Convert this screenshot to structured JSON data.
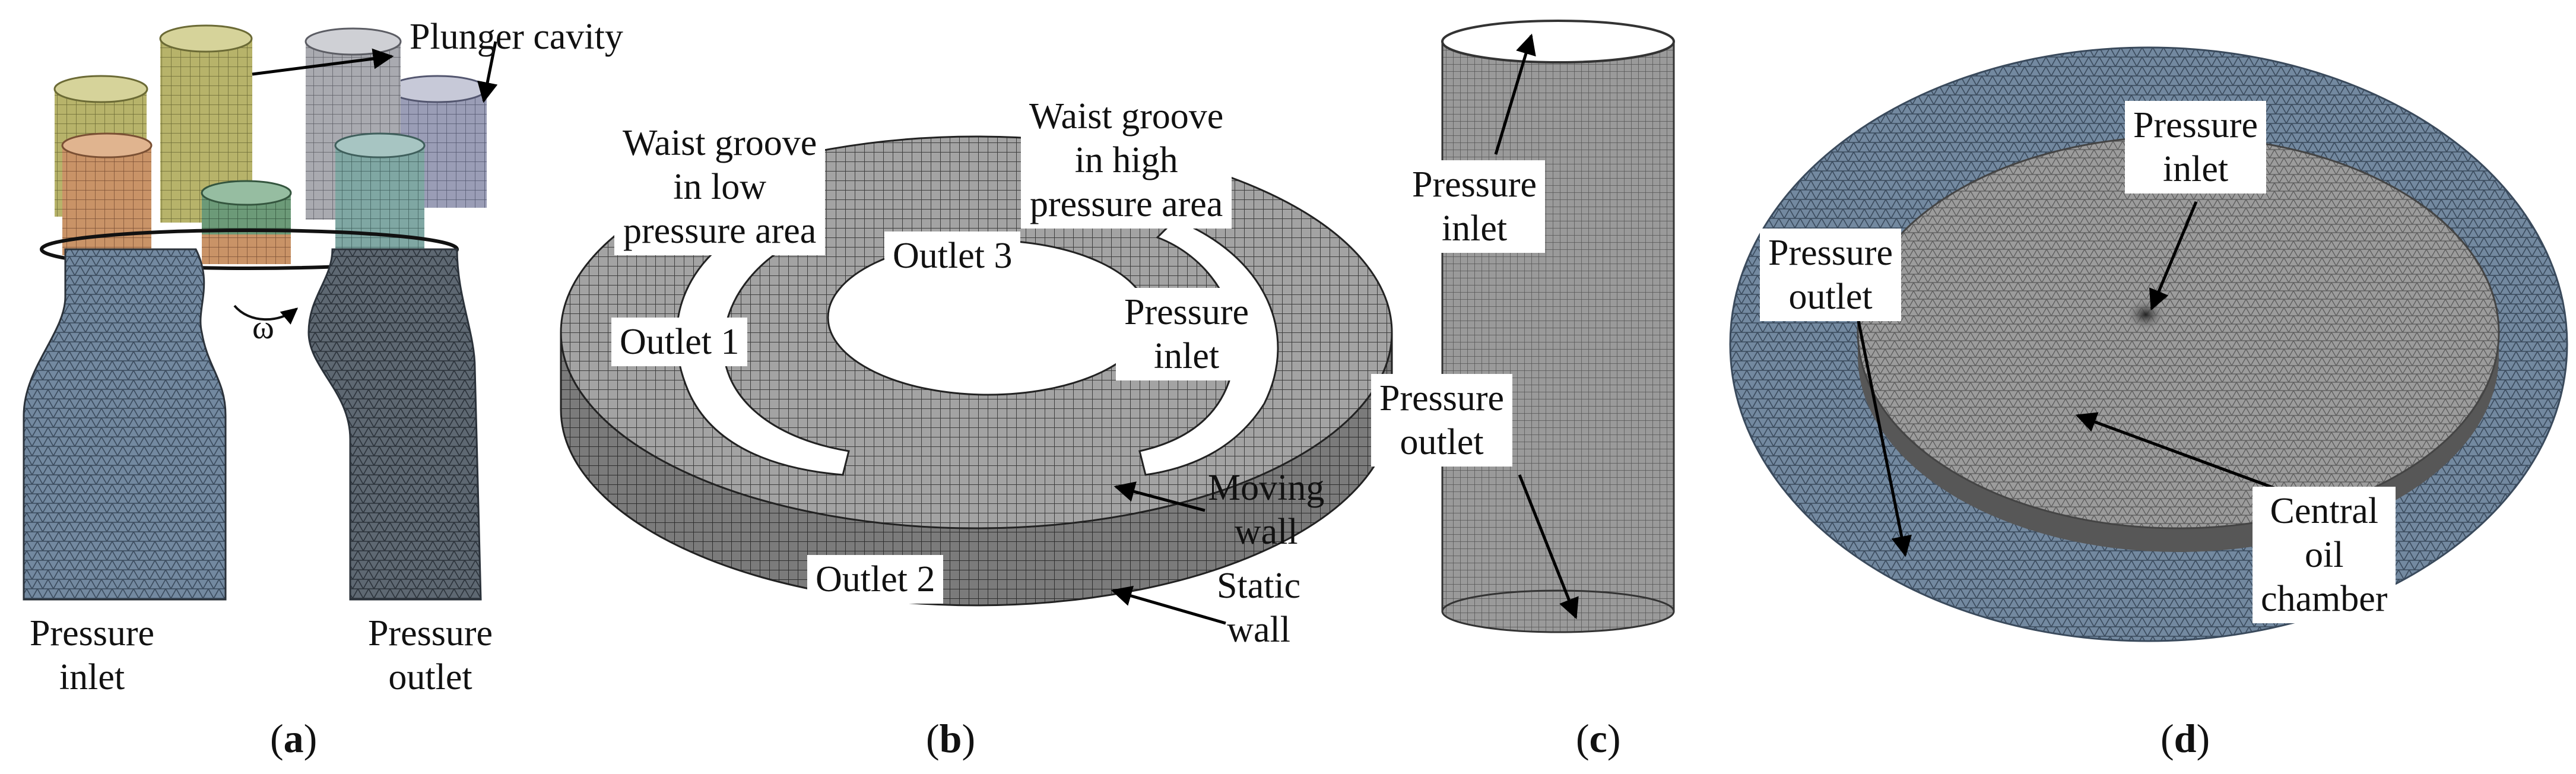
{
  "panels": {
    "a": {
      "caption_letter": "a",
      "labels": {
        "plunger_cavity": "Plunger cavity",
        "omega": "ω",
        "pressure_inlet": "Pressure\ninlet",
        "pressure_outlet": "Pressure\noutlet"
      }
    },
    "b": {
      "caption_letter": "b",
      "labels": {
        "waist_low": "Waist groove\nin low\npressure area",
        "waist_high": "Waist groove\nin high\npressure area",
        "outlet1": "Outlet 1",
        "outlet2": "Outlet 2",
        "outlet3": "Outlet 3",
        "pressure_inlet": "Pressure\ninlet",
        "moving_wall": "Moving\nwall",
        "static_wall": "Static\nwall"
      }
    },
    "c": {
      "caption_letter": "c",
      "labels": {
        "pressure_inlet": "Pressure\ninlet",
        "pressure_outlet": "Pressure\noutlet"
      }
    },
    "d": {
      "caption_letter": "d",
      "labels": {
        "pressure_inlet": "Pressure\ninlet",
        "pressure_outlet": "Pressure\noutlet",
        "central_oil_chamber": "Central\noil\nchamber"
      }
    }
  },
  "colors": {
    "mesh_gray": "#8c8c8c",
    "mesh_dark": "#5b6068",
    "blue_mesh": "#6d8196",
    "cyl_yellow": "#b7b36a",
    "cyl_orange": "#c99367",
    "cyl_green": "#6c9a78",
    "cyl_teal": "#7fa7a3",
    "cyl_lavender": "#9a9db6",
    "cyl_gray": "#a4a5ad"
  }
}
